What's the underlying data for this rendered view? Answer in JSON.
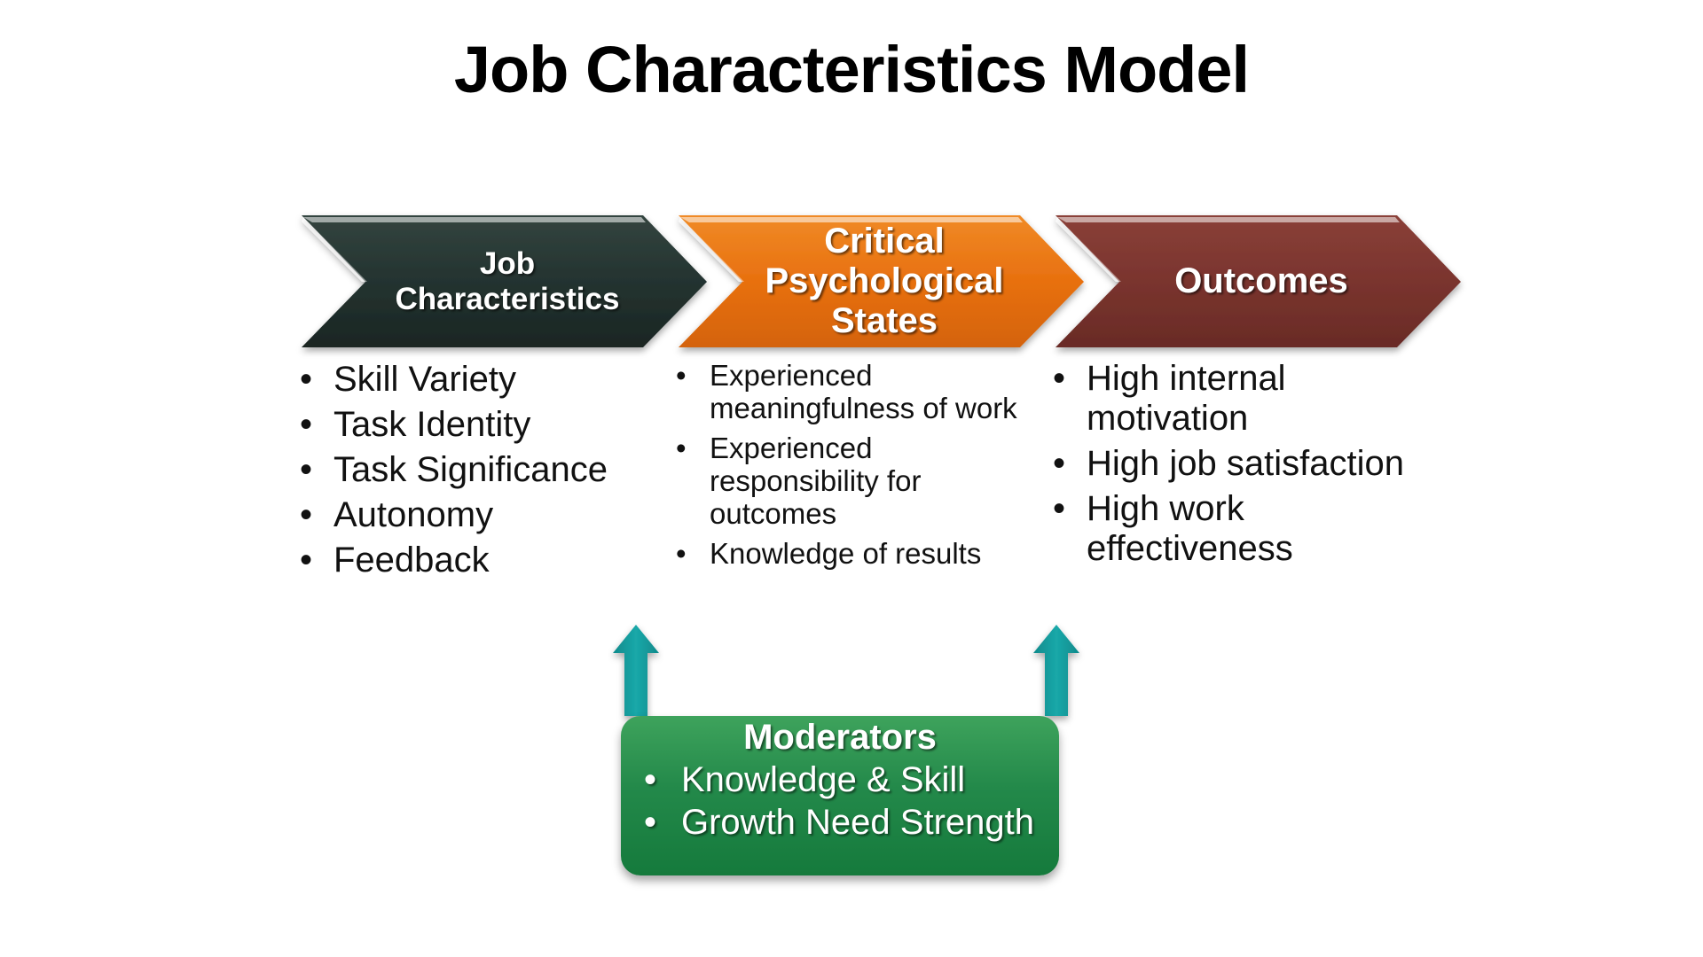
{
  "title": "Job Characteristics Model",
  "colors": {
    "chevron_1": "#243330",
    "chevron_2": "#e8700f",
    "chevron_3": "#7a342e",
    "moderator_box": "#1f8444",
    "arrows": "#16999a"
  },
  "stages": [
    {
      "label_lines": [
        "Job",
        "Characteristics"
      ],
      "items": [
        "Skill Variety",
        "Task Identity",
        "Task Significance",
        "Autonomy",
        "Feedback"
      ]
    },
    {
      "label_lines": [
        "Critical",
        "Psychological",
        "States"
      ],
      "items": [
        "Experienced meaningfulness of work",
        "Experienced responsibility for outcomes",
        "Knowledge of results"
      ]
    },
    {
      "label_lines": [
        "Outcomes"
      ],
      "items": [
        "High internal motivation",
        "High job satisfaction",
        "High work effectiveness"
      ]
    }
  ],
  "moderators": {
    "title": "Moderators",
    "items": [
      "Knowledge & Skill",
      "Growth Need Strength"
    ]
  }
}
